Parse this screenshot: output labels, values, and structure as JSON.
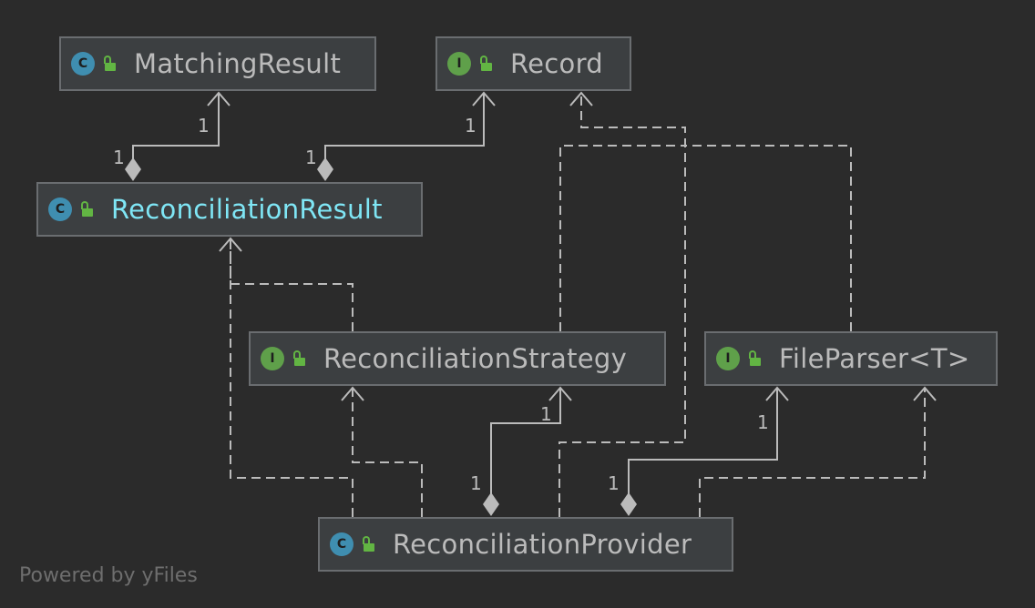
{
  "colors": {
    "background": "#2b2b2b",
    "node_fill": "#3c3f41",
    "node_border": "#6a6d70",
    "edge": "#bbbbbb",
    "class_badge": "#3f8eb0",
    "interface_badge": "#5fa04a",
    "lock": "#62b543",
    "highlight_text": "#7fe6f5"
  },
  "nodes": {
    "matching_result": {
      "label": "MatchingResult",
      "badge": "C",
      "kind": "class"
    },
    "record": {
      "label": "Record",
      "badge": "I",
      "kind": "interface"
    },
    "reconciliation_result": {
      "label": "ReconciliationResult",
      "badge": "C",
      "kind": "class"
    },
    "reconciliation_strategy": {
      "label": "ReconciliationStrategy",
      "badge": "I",
      "kind": "interface"
    },
    "file_parser": {
      "label": "FileParser<T>",
      "badge": "I",
      "kind": "interface"
    },
    "reconciliation_provider": {
      "label": "ReconciliationProvider",
      "badge": "C",
      "kind": "class"
    }
  },
  "multiplicities": {
    "matching_result_target": "1",
    "matching_result_source": "1",
    "record_target": "1",
    "record_source": "1",
    "strategy_target": "1",
    "strategy_source": "1",
    "file_parser_target": "1",
    "file_parser_source": "1"
  },
  "icons": {
    "visibility": "unlock-icon",
    "class": "class-badge-icon",
    "interface": "interface-badge-icon"
  },
  "watermark": "Powered by yFiles"
}
